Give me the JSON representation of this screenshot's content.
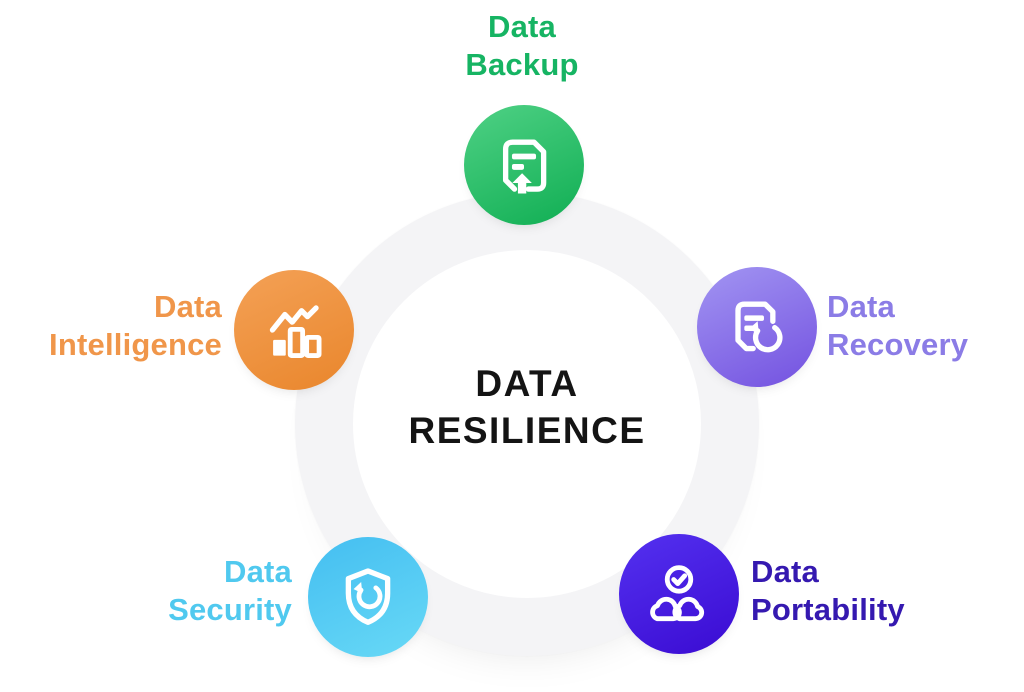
{
  "theme": {
    "bg": "#ffffff",
    "ring_color": "#f4f4f6",
    "icon_color": "#ffffff",
    "center_color": "#141414"
  },
  "center": {
    "line1": "DATA",
    "line2": "RESILIENCE"
  },
  "nodes": [
    {
      "id": "data-backup",
      "label_line1": "Data",
      "label_line2": "Backup",
      "icon": "file-upload-icon",
      "text_color": "#16b463",
      "gradient_from": "#4fd185",
      "gradient_to": "#10ae53"
    },
    {
      "id": "data-recovery",
      "label_line1": "Data",
      "label_line2": "Recovery",
      "icon": "file-restore-icon",
      "text_color": "#8b7ce6",
      "gradient_from": "#a295f2",
      "gradient_to": "#7351e0"
    },
    {
      "id": "data-portability",
      "label_line1": "Data",
      "label_line2": "Portability",
      "icon": "cloud-check-icon",
      "text_color": "#3519b0",
      "gradient_from": "#5431f0",
      "gradient_to": "#3a0bd2"
    },
    {
      "id": "data-security",
      "label_line1": "Data",
      "label_line2": "Security",
      "icon": "shield-refresh-icon",
      "text_color": "#50c9ef",
      "gradient_from": "#44bef1",
      "gradient_to": "#68d9f6"
    },
    {
      "id": "data-intelligence",
      "label_line1": "Data",
      "label_line2": "Intelligence",
      "icon": "chart-trend-icon",
      "text_color": "#f0964a",
      "gradient_from": "#f4a156",
      "gradient_to": "#e9862c"
    }
  ]
}
